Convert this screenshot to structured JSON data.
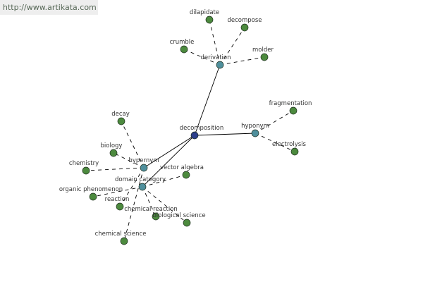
{
  "watermark": {
    "text": "http://www.artikata.com"
  },
  "colors": {
    "central_node": "#2d3f8c",
    "relation_node": "#4f8f9c",
    "leaf_node": "#4c8a3e",
    "node_stroke": "#1e2e1e",
    "edge": "#000000"
  },
  "graph": {
    "center": {
      "id": "decomposition",
      "label": "decomposition"
    },
    "relations": [
      {
        "id": "derivation",
        "label": "derivation",
        "leaves": [
          "dilapidate",
          "decompose",
          "crumble",
          "molder"
        ]
      },
      {
        "id": "hyponym",
        "label": "hyponym",
        "leaves": [
          "fragmentation",
          "electrolysis"
        ]
      },
      {
        "id": "hypernym",
        "label": "hypernym",
        "leaves": [
          "decay",
          "biology",
          "chemistry",
          "reaction",
          "chemical science"
        ]
      },
      {
        "id": "domain-category",
        "label": "domain category",
        "leaves": [
          "vector algebra",
          "organic phenomenon",
          "chemical reaction",
          "biological science"
        ]
      }
    ]
  }
}
